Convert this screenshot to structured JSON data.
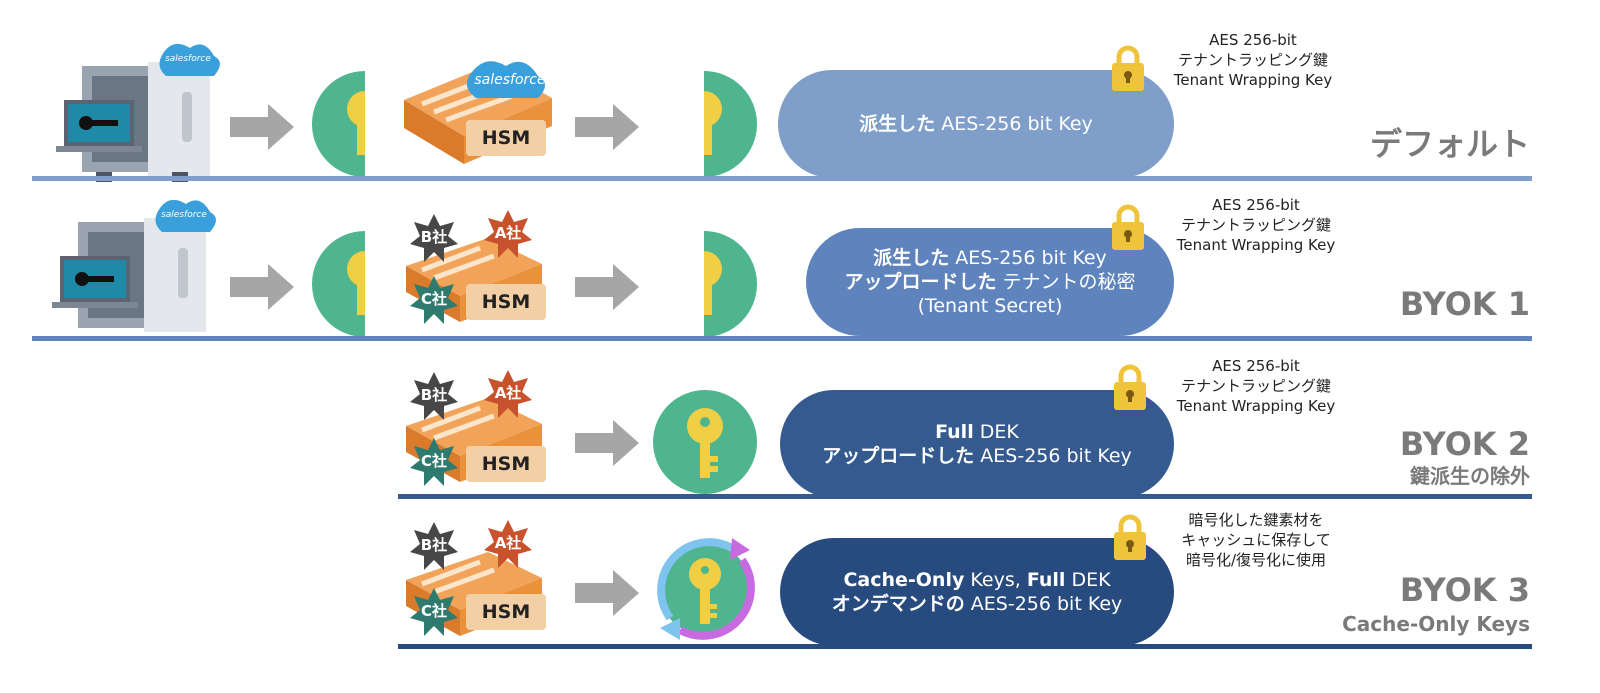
{
  "lanes": [
    {
      "id": "default",
      "label": "デフォルト",
      "sublabel": "",
      "pill_lines": [
        [
          {
            "text": "派生した",
            "bold": true
          },
          {
            "text": " AES-256 bit Key",
            "bold": false
          }
        ]
      ],
      "note": [
        "AES 256-bit",
        "テナントラッピング鍵",
        "Tenant Wrapping Key"
      ],
      "hsm_label": "HSM",
      "colors": {
        "pill": "#7f9fca",
        "line": "#7f9fca"
      }
    },
    {
      "id": "byok1",
      "label": "BYOK 1",
      "sublabel": "",
      "pill_lines": [
        [
          {
            "text": "派生した",
            "bold": true
          },
          {
            "text": " AES-256 bit Key",
            "bold": false
          }
        ],
        [
          {
            "text": "アップロードした",
            "bold": true
          },
          {
            "text": " テナントの秘密",
            "bold": false
          }
        ],
        [
          {
            "text": "(Tenant Secret)",
            "bold": false
          }
        ]
      ],
      "note": [
        "AES 256-bit",
        "テナントラッピング鍵",
        "Tenant Wrapping Key"
      ],
      "hsm_label": "HSM",
      "colors": {
        "pill": "#5f84bd",
        "line": "#5f84bd"
      }
    },
    {
      "id": "byok2",
      "label": "BYOK 2",
      "sublabel": "鍵派生の除外",
      "pill_lines": [
        [
          {
            "text": "Full",
            "bold": true
          },
          {
            "text": " DEK",
            "bold": false
          }
        ],
        [
          {
            "text": "アップロードした",
            "bold": true
          },
          {
            "text": " AES-256 bit Key",
            "bold": false
          }
        ]
      ],
      "note": [
        "AES 256-bit",
        "テナントラッピング鍵",
        "Tenant Wrapping Key"
      ],
      "hsm_label": "HSM",
      "colors": {
        "pill": "#355a8f",
        "line": "#355a8f"
      }
    },
    {
      "id": "byok3",
      "label": "BYOK 3",
      "sublabel": "Cache-Only Keys",
      "pill_lines": [
        [
          {
            "text": "Cache-Only",
            "bold": true
          },
          {
            "text": " Keys, ",
            "bold": false
          },
          {
            "text": "Full",
            "bold": true
          },
          {
            "text": " DEK",
            "bold": false
          }
        ],
        [
          {
            "text": "オンデマンドの",
            "bold": true
          },
          {
            "text": " AES-256 bit Key",
            "bold": false
          }
        ]
      ],
      "note": [
        "暗号化した鍵素材を",
        "キャッシュに保存して",
        "暗号化/復号化に使用"
      ],
      "hsm_label": "HSM",
      "colors": {
        "pill": "#274b7f",
        "line": "#274b7f"
      }
    }
  ],
  "brand": {
    "salesforce": "salesforce"
  },
  "tenant_badges": {
    "a": "A社",
    "b": "B社",
    "c": "C社"
  },
  "palette": {
    "arrow": "#a6a6a6",
    "key_circle": "#4fb58f",
    "key": "#f0cf44",
    "lock": "#f0c43a",
    "cloud": "#3aa0dc",
    "hsm_orange": "#e9913d",
    "badge_a": "#c8522b",
    "badge_b": "#474747",
    "badge_c": "#2f7a6e"
  }
}
